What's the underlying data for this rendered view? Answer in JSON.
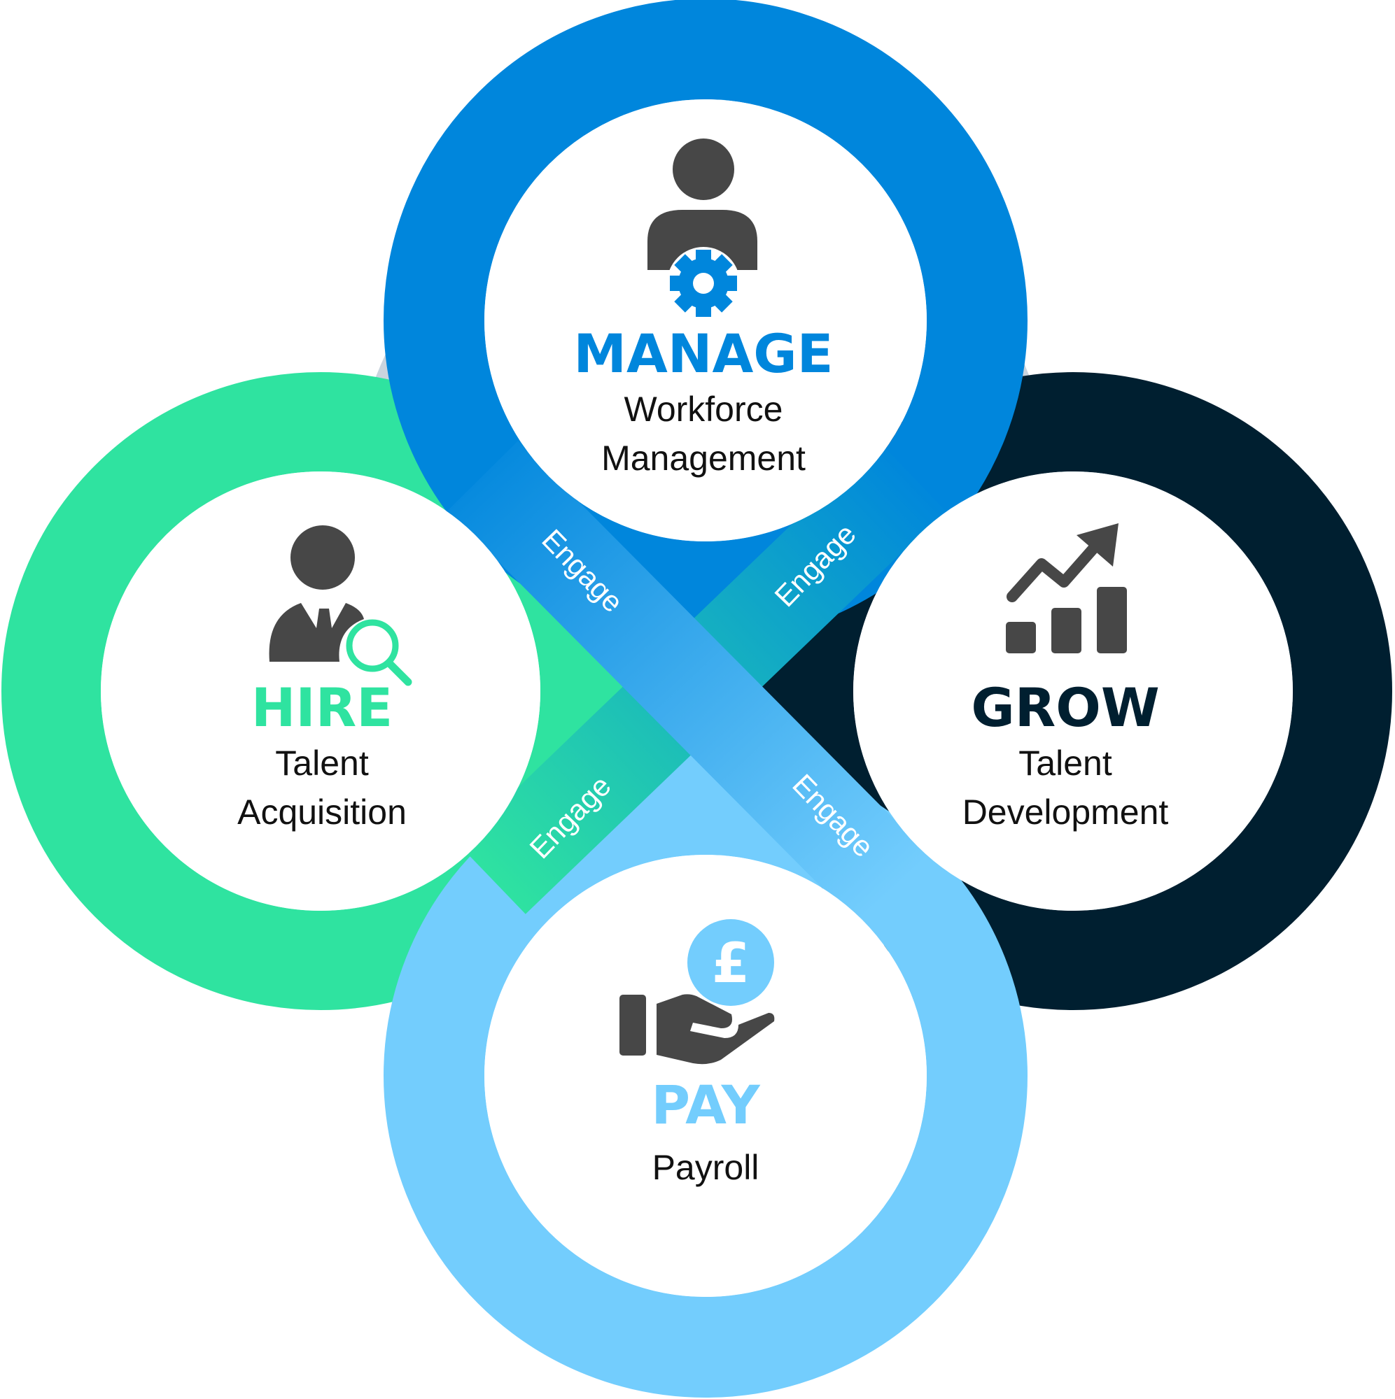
{
  "sections": {
    "manage": {
      "title": "MANAGE",
      "line1": "Workforce",
      "line2": "Management"
    },
    "hire": {
      "title": "HIRE",
      "line1": "Talent",
      "line2": "Acquisition"
    },
    "grow": {
      "title": "GROW",
      "line1": "Talent",
      "line2": "Development"
    },
    "pay": {
      "title": "PAY",
      "line1": "Payroll"
    }
  },
  "engage_labels": [
    "Engage",
    "Engage",
    "Engage",
    "Engage"
  ],
  "colors": {
    "manage": "#0086dc",
    "hire": "#2fe3a0",
    "grow": "#001f30",
    "pay": "#73cdfd",
    "back_ring": "#cad4de",
    "icon_dark": "#474747"
  },
  "icons": {
    "manage": "person-gear-icon",
    "hire": "person-magnifier-icon",
    "grow": "growth-chart-icon",
    "pay": "hand-pound-coin-icon"
  }
}
